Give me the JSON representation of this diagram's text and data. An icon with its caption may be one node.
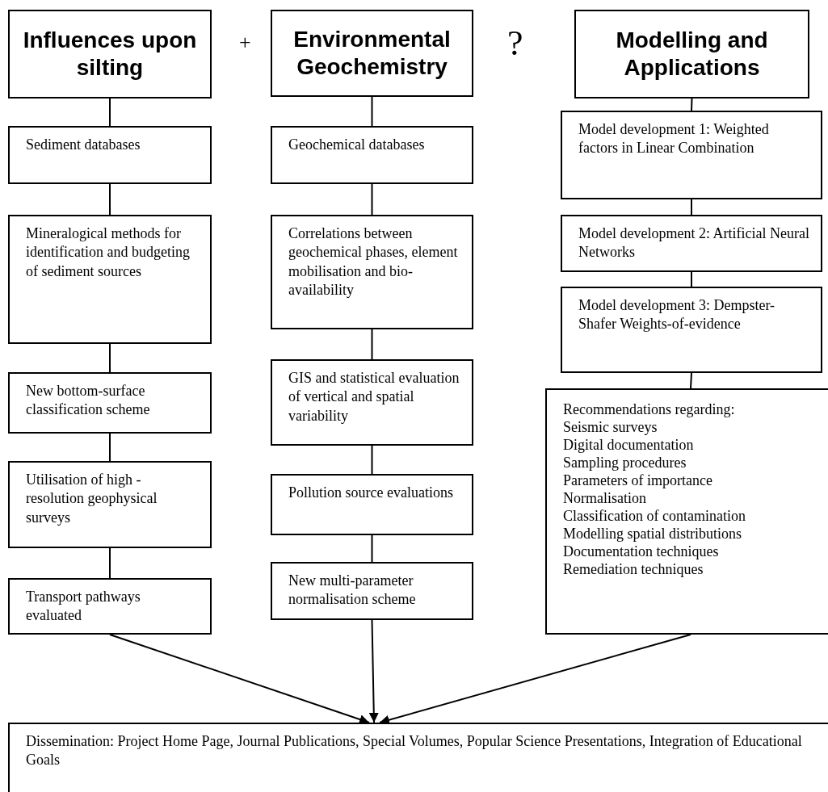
{
  "diagram": {
    "nodes": [
      {
        "text": [
          "Influences upon silting"
        ]
      },
      {
        "text": [
          "Sediment databases"
        ]
      },
      {
        "text": [
          "Mineralogical methods for identification and budgeting of sediment sources"
        ]
      },
      {
        "text": [
          "New bottom-surface classification scheme"
        ]
      },
      {
        "text": [
          "Utilisation of high - resolution geophysical surveys"
        ]
      },
      {
        "text": [
          "Transport pathways evaluated"
        ]
      },
      {
        "text": [
          "Environmental Geochemistry"
        ]
      },
      {
        "text": [
          "Geochemical databases"
        ]
      },
      {
        "text": [
          "Correlations between geochemical phases, element mobilisation and bio-availability"
        ]
      },
      {
        "text": [
          "GIS and statistical evaluation of vertical and spatial variability"
        ]
      },
      {
        "text": [
          "Pollution source evaluations"
        ]
      },
      {
        "text": [
          "New multi-parameter normalisation scheme"
        ]
      },
      {
        "text": [
          "Modelling and Applications"
        ]
      },
      {
        "text": [
          "Model development 1: Weighted factors in Linear Combination"
        ]
      },
      {
        "text": [
          "Model development 2: Artificial Neural Networks"
        ]
      },
      {
        "text": [
          "Model development 3: Dempster-Shafer Weights-of-evidence"
        ]
      },
      {
        "text": [
          "Recommendations regarding:",
          "Seismic surveys",
          "Digital documentation",
          "Sampling procedures",
          "Parameters of importance",
          "Normalisation",
          "Classification of contamination",
          "Modelling spatial distributions",
          "Documentation techniques",
          "Remediation techniques"
        ]
      },
      {
        "text": [
          "Dissemination: Project Home Page, Journal Publications, Special Volumes, Popular Science Presentations, Integration of Educational Goals"
        ]
      }
    ],
    "edges": [
      {
        "from": 0,
        "to": 1,
        "arrow": "none"
      },
      {
        "from": 1,
        "to": 2,
        "arrow": "none"
      },
      {
        "from": 2,
        "to": 3,
        "arrow": "none"
      },
      {
        "from": 3,
        "to": 4,
        "arrow": "none"
      },
      {
        "from": 4,
        "to": 5,
        "arrow": "none"
      },
      {
        "from": 6,
        "to": 7,
        "arrow": "none"
      },
      {
        "from": 7,
        "to": 8,
        "arrow": "none"
      },
      {
        "from": 8,
        "to": 9,
        "arrow": "none"
      },
      {
        "from": 9,
        "to": 10,
        "arrow": "none"
      },
      {
        "from": 10,
        "to": 11,
        "arrow": "none"
      },
      {
        "from": 12,
        "to": 13,
        "arrow": "none"
      },
      {
        "from": 13,
        "to": 14,
        "arrow": "none"
      },
      {
        "from": 14,
        "to": 15,
        "arrow": "none"
      },
      {
        "from": 15,
        "to": 16,
        "arrow": "none"
      },
      {
        "from": 5,
        "to": 17,
        "arrow": "to"
      },
      {
        "from": 11,
        "to": 17,
        "arrow": "to"
      },
      {
        "from": 16,
        "to": 17,
        "arrow": "to"
      }
    ],
    "labels": [
      "+",
      "?"
    ]
  }
}
